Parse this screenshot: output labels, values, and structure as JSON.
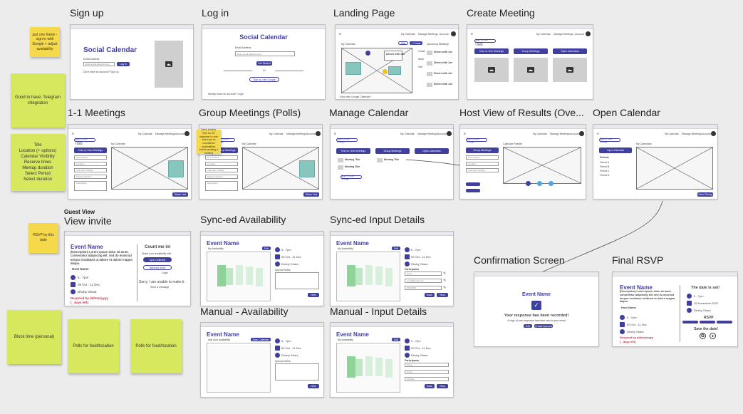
{
  "labels": {
    "signup": "Sign up",
    "login": "Log in",
    "landing": "Landing Page",
    "create": "Create Meeting",
    "one_one": "1-1 Meetings",
    "group": "Group Meetings (Polls)",
    "manage": "Manage Calendar",
    "host": "Host View of Results (Ove...",
    "open": "Open Calendar",
    "guest_view": "Guest View",
    "view_invite": "View invite",
    "synced_avail": "Sync-ed Availability",
    "synced_input": "Sync-ed Input Details",
    "manual_avail": "Manual - Availability",
    "manual_input": "Manual - Input Details",
    "confirm": "Confirmation Screen",
    "final": "Final RSVP"
  },
  "stickies": {
    "frames": "just one frame - sign in with Google + adjust availability",
    "telegram": "Good to have: Telegram integration",
    "fields": "Title\nLocation (+ options)\nCalendar Visibility\nReserve times\nMeetup duration\nSelect Period\nSelect duration",
    "rsvp": "RSVP by this date",
    "block": "Block time (personal)",
    "polls1": "Polls for food/location",
    "polls2": "Polls for food/location",
    "group_note": "Need another field for the organiser to note when you've considered availabilities before creating a meeting"
  },
  "signup": {
    "title": "Social Calendar",
    "email_label": "Email Address",
    "email_placeholder": "Enter email address here",
    "login_btn": "Log In",
    "no_account": "Don't have an account?",
    "signup_link": "Sign up"
  },
  "login": {
    "title": "Social Calendar",
    "email_label": "Email Address",
    "email_placeholder": "Enter email address here",
    "get_started": "Get Started",
    "or": "Or",
    "google": "Sign up with Google",
    "have_account": "Already have an account?",
    "login_link": "Login"
  },
  "nav": {
    "my_calendar": "My Calendar",
    "manage_meetings": "Manage Meetings",
    "account": "Account"
  },
  "landing": {
    "calendar_label": "My Calendar",
    "edit": "Edit",
    "create": "+ Create",
    "upcoming": "Upcoming Meetings",
    "gmail": "Gmail",
    "work": "Work",
    "self": "Self",
    "meeting": "Dinner with Joe",
    "sync": "Sync with Google Calendar?"
  },
  "create": {
    "sign_google": "Sign in with Google",
    "back": "< Back",
    "one_one": "One on One Meetings",
    "group": "Group Meetings",
    "open": "Open Calendars"
  },
  "one_one": {
    "heading": "One on One Meetings",
    "my_calendar": "My Calendar",
    "fields": [
      "Event Name",
      "Location",
      "Calendar Visibility",
      "Meetup duration",
      "Description"
    ],
    "share": "Share Link"
  },
  "group": {
    "heading": "Group Meetings",
    "my_calendar": "My Calendar",
    "share": "Share Link"
  },
  "manage": {
    "one_one": "One on One Meetings",
    "group": "Group Meetings",
    "open": "Open Calendars",
    "meeting_title": "Meeting Title",
    "sign_google": "Sign in with Google"
  },
  "host": {
    "heading": "Group Meetings",
    "results": "Calendar Results",
    "send": "Send Invite"
  },
  "open": {
    "heading": "Open Calendar",
    "my_calendar": "My Calendars",
    "friends": "Friends",
    "friend_items": [
      "Friend A",
      "Friend B",
      "Friend C",
      "Friend D"
    ],
    "send": "Send Timing"
  },
  "invite": {
    "event": "Event Name",
    "desc": "[Description] Lorem ipsum dolor sit amet, consectetur adipiscing elit, sed do eiusmod tempor incididunt ut labore et dolore magna aliqua.",
    "host": "Host Name",
    "time": "5 - 7pm",
    "date": "09 Oct - 11 Dec",
    "place": "Dhoby Ghaut",
    "respond": "Respond by dd/mm/yyyy",
    "days_left": "(_ days left)",
    "count_me": "Count me in!",
    "share_avail": "Share your availability with",
    "sync_cal": "Sync Calendar",
    "manual": "Manually Input",
    "or": "or",
    "login": "Login",
    "sorry": "Sorry, I am unable to make it",
    "decline": "Send a message"
  },
  "synced": {
    "event": "Event Name",
    "my_avail": "My Availability",
    "edit": "Edit",
    "time": "5 - 7pm",
    "date": "09 Oct - 11 Dec",
    "place": "Dhoby Ghaut",
    "special": "Special Notes",
    "next": "Next",
    "participants": "Participants",
    "p1": "Name",
    "p2": "email@gmail.com",
    "p3": "91234567",
    "back": "Back"
  },
  "manual": {
    "event": "Event Name",
    "add_avail": "Add your availability",
    "sync_cal": "Sync Calendar",
    "my_avail": "My Availability",
    "edit": "Edit",
    "time": "5 - 7pm",
    "date": "09 Oct - 11 Dec",
    "place": "Dhoby Ghaut",
    "special": "Special Notes",
    "next": "Next",
    "participants": "Participants",
    "p1": "Name",
    "p2": "Email",
    "p3": "Contact",
    "back": "Back"
  },
  "confirm": {
    "event": "Event Name",
    "recorded": "Your response has been recorded!",
    "copy": "A copy of your response has been sent to your email",
    "edit": "Edit",
    "create": "Create Account"
  },
  "final": {
    "event": "Event Name",
    "desc": "[Description] Lorem ipsum dolor sit amet, consectetur adipiscing elit, sed do eiusmod tempor incididunt ut labore et dolore magna aliqua.",
    "host": "Host Name",
    "time": "5 - 7pm",
    "date": "09 Oct - 11 Dec",
    "place": "Dhoby Ghaut",
    "respond": "Respond by dd/mm/yyyy",
    "days_left": "(_ days left)",
    "date_set": "The date is set!",
    "f_time": "5 - 7pm",
    "f_date": "15 November 2022",
    "f_place": "Dhoby Ghaut",
    "rsvp": "RSVP",
    "save": "Save the date!"
  },
  "colors": {
    "accent": "#3f3f9e",
    "sticky_green": "#d8e85e",
    "sticky_yellow": "#f6d94a",
    "heat": "#8fd39a"
  }
}
